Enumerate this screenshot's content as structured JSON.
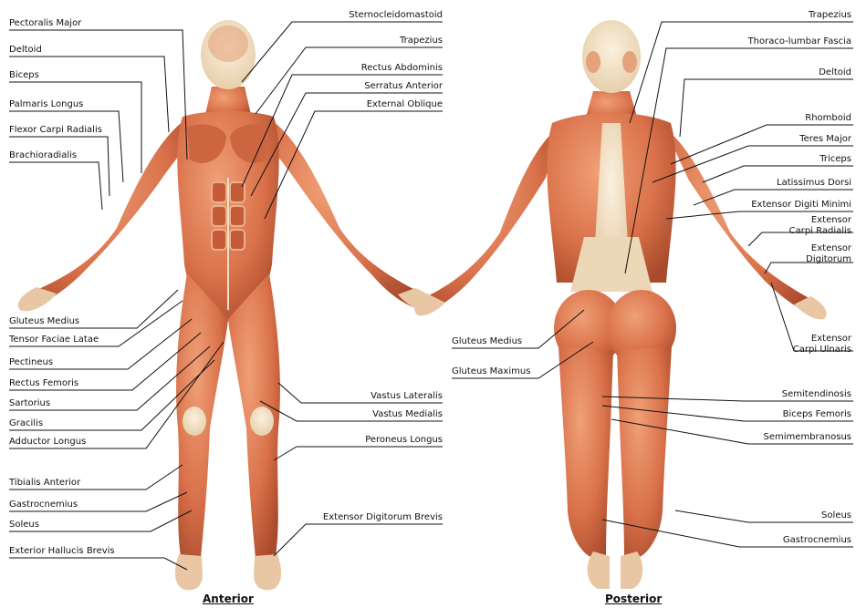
{
  "titles": {
    "anterior": "Anterior",
    "posterior": "Posterior"
  },
  "colors": {
    "muscle": "#d9714a",
    "muscle_dark": "#b4502e",
    "tendon": "#f1dfc3",
    "line": "#111111"
  },
  "anterior_left": [
    "Pectoralis Major",
    "Deltoid",
    "Biceps",
    "Palmaris Longus",
    "Flexor Carpi Radialis",
    "Brachioradialis",
    "Gluteus Medius",
    "Tensor Faciae Latae",
    "Pectineus",
    "Rectus Femoris",
    "Sartorius",
    "Gracilis",
    "Adductor Longus",
    "Tibialis Anterior",
    "Gastrocnemius",
    "Soleus",
    "Exterior Hallucis Brevis"
  ],
  "anterior_right": [
    "Sternocleidomastoid",
    "Trapezius",
    "Rectus Abdominis",
    "Serratus Anterior",
    "External Oblique",
    "Vastus Lateralis",
    "Vastus Medialis",
    "Peroneus Longus",
    "Extensor Digitorum Brevis"
  ],
  "posterior_left": [
    "Gluteus Medius",
    "Gluteus Maximus"
  ],
  "posterior_right": [
    "Trapezius",
    "Thoraco-lumbar Fascia",
    "Deltoid",
    "Rhomboid",
    "Teres Major",
    "Triceps",
    "Latissimus Dorsi",
    "Extensor Digiti Minimi",
    "Extensor",
    "Carpi Radialis",
    "Extensor",
    "Digitorum",
    "Extensor",
    "Carpi Ulnaris",
    "Semitendinosis",
    "Biceps Femoris",
    "Semimembranosus",
    "Soleus",
    "Gastrocnemius"
  ]
}
